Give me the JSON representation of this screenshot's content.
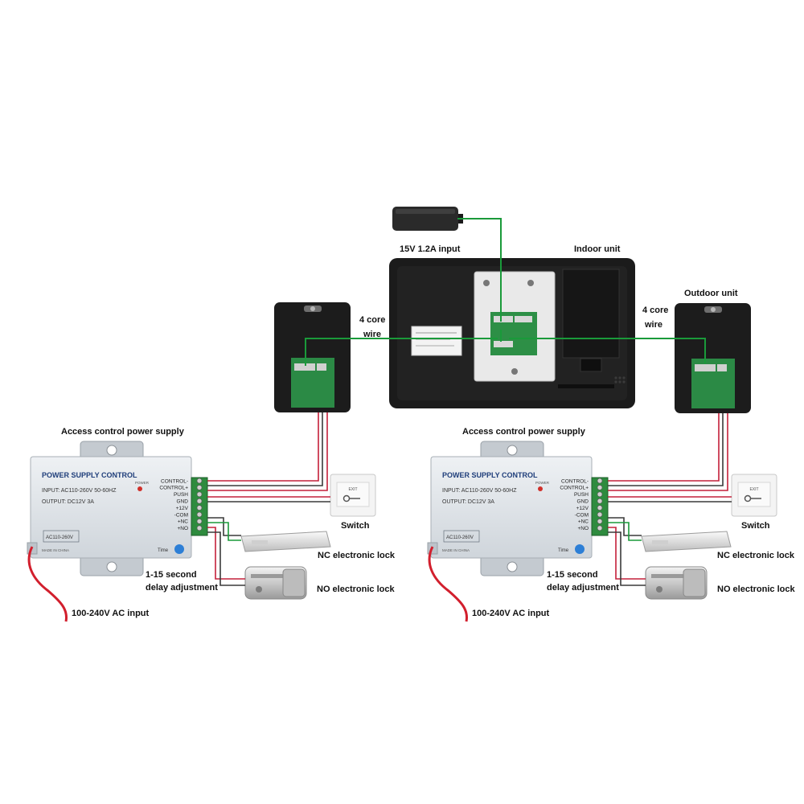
{
  "labels": {
    "adapter_input": "15V 1.2A input",
    "indoor_unit": "Indoor unit",
    "outdoor_unit": "Outdoor unit",
    "wire_left_1": "4 core",
    "wire_left_2": "wire",
    "wire_right_1": "4 core",
    "wire_right_2": "wire",
    "power_supply_left": "Access control power supply",
    "power_supply_right": "Access control power supply",
    "switch_left": "Switch",
    "switch_right": "Switch",
    "nc_lock_left": "NC electronic lock",
    "nc_lock_right": "NC electronic lock",
    "no_lock_left": "NO electronic lock",
    "no_lock_right": "NO electronic lock",
    "delay_left_1": "1-15 second",
    "delay_left_2": "delay adjustment",
    "delay_right_1": "1-15 second",
    "delay_right_2": "delay adjustment",
    "ac_input_left": "100-240V AC input",
    "ac_input_right": "100-240V AC input"
  },
  "power_box": {
    "title": "POWER SUPPLY CONTROL",
    "input": "INPUT: AC110-260V 50-60HZ",
    "output": "OUTPUT: DC12V  3A",
    "ac_tag": "AC110-260V",
    "made_in": "MADE IN CHINA",
    "power_led": "POWER",
    "time": "Time",
    "terminals": [
      "CONTROL-",
      "CONTROL+",
      "PUSH",
      "GND",
      "+12V",
      "-COM",
      "+NC",
      "+NO"
    ]
  },
  "switch_plate": {
    "text": "EXIT"
  },
  "colors": {
    "green_wire": "#1a9a3a",
    "red_wire": "#c4203a",
    "dark_wire": "#3a3a3a",
    "device_body": "#1c1c1c",
    "power_box_body": "#dfe3e8",
    "terminal_green": "#2e8b3e"
  }
}
